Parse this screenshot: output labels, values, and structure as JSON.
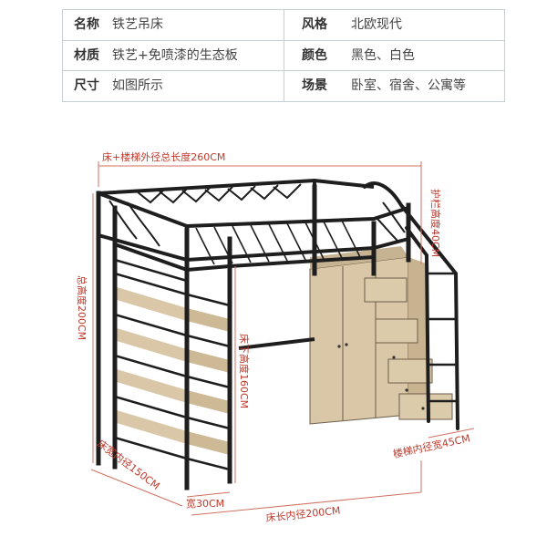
{
  "specs": {
    "rows": [
      {
        "k1": "名称",
        "v1": "铁艺吊床",
        "k2": "风格",
        "v2": "北欧现代"
      },
      {
        "k1": "材质",
        "v1": "铁艺+免喷漆的生态板",
        "k2": "颜色",
        "v2": "黑色、白色"
      },
      {
        "k1": "尺寸",
        "v1": "如图所示",
        "k2": "场景",
        "v2": "卧室、宿舍、公寓等"
      }
    ]
  },
  "dimensions": {
    "total_length": "床+楼梯外径总长度260CM",
    "rail_height": "护栏高度40CM",
    "total_height": "总高度200CM",
    "bed_height": "床下高度160CM",
    "bed_width": "床宽内径150CM",
    "shelf_width": "宽30CM",
    "bed_length": "床长内径200CM",
    "stair_width": "楼梯内径宽45CM"
  },
  "colors": {
    "frame": "#1e1e1e",
    "wood": "#d9c7a8",
    "wood_dark": "#b79f7d",
    "dimension": "#c0392b"
  }
}
